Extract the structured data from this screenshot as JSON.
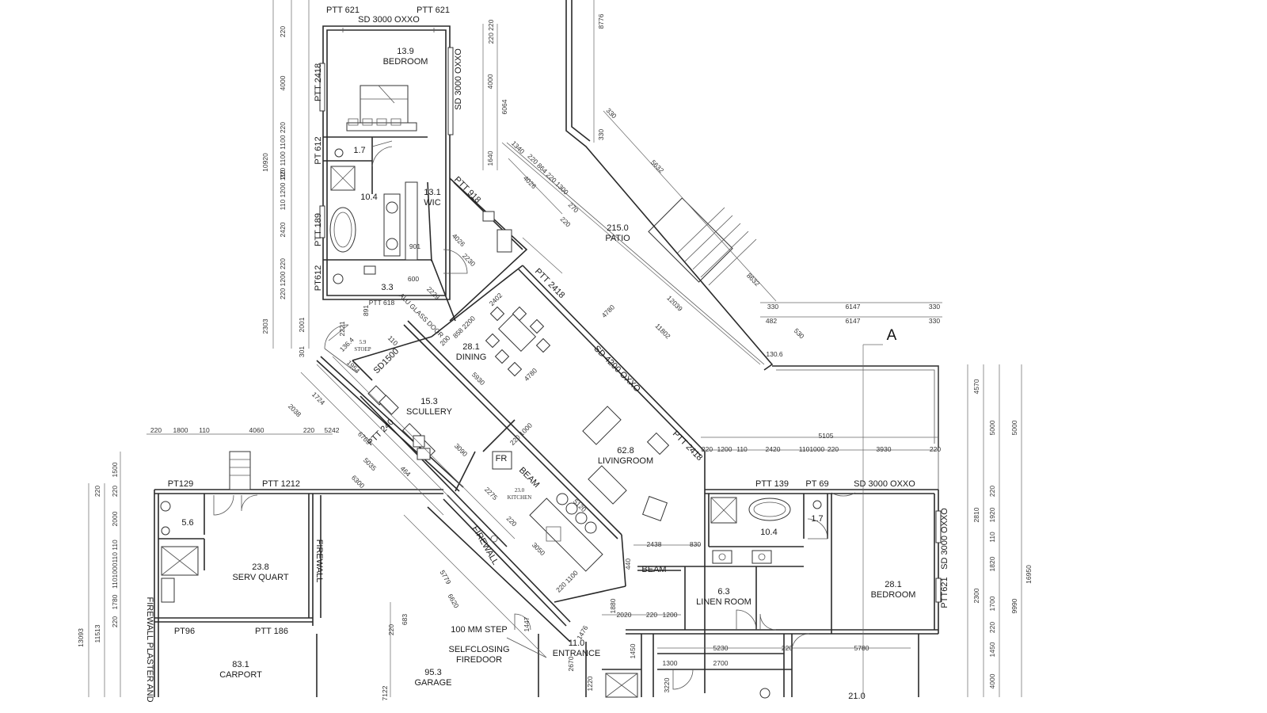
{
  "rooms": {
    "bedroom_top": {
      "area": "13.9",
      "name": "BEDROOM"
    },
    "wc_top": {
      "area": "1.7"
    },
    "bath_top": {
      "area": "10.4"
    },
    "wic": {
      "area": "13.1",
      "name": "WIC"
    },
    "wc_mid": {
      "area": "3.3"
    },
    "stoep": {
      "area": "5.9",
      "name": "STOEP"
    },
    "dining": {
      "area": "28.1",
      "name": "DINING"
    },
    "scullery": {
      "area": "15.3",
      "name": "SCULLERY"
    },
    "patio": {
      "area": "215.0",
      "name": "PATIO"
    },
    "livingroom": {
      "area": "62.8",
      "name": "LIVINGROOM"
    },
    "kitchen": {
      "area": "23.0",
      "name": "KITCHEN"
    },
    "serv_wc": {
      "area": "5.6"
    },
    "serv_quart": {
      "area": "23.8",
      "name": "SERV QUART"
    },
    "carport": {
      "area": "83.1",
      "name": "CARPORT"
    },
    "garage": {
      "area": "95.3",
      "name": "GARAGE"
    },
    "entrance": {
      "area": "11.0",
      "name": "ENTRANCE"
    },
    "linen": {
      "area": "6.3",
      "name": "LINEN ROOM"
    },
    "bath_right": {
      "area": "10.4"
    },
    "wc_right": {
      "area": "1.7"
    },
    "bedroom_right": {
      "area": "28.1",
      "name": "BEDROOM"
    },
    "room_bottom": {
      "area": "21.0"
    }
  },
  "openings": {
    "ptt621_a": "PTT 621",
    "ptt621_b": "PTT 621",
    "sd_top": "SD 3000 OXXO",
    "sd_right_top": "SD 3000 OXXO",
    "ptt2418_a": "PTT 2418",
    "pt612_a": "PT 612",
    "ptt189": "PTT 189",
    "pt612_b": "PT612",
    "ptt918": "PTT 918",
    "ptt618": "PTT 618",
    "alu_door": "ALU GLASS DOOR",
    "sd1500": "SD1500",
    "ptt2418_b": "PTT 2418",
    "sd4200": "SD 4200 OXXO",
    "ptt2418_c": "PTT 2418",
    "ptt240": "PTT 240",
    "fr": "FR",
    "beam_a": "BEAM",
    "firewall_a": "FIREWALL",
    "firewall_b": "FIREWALL",
    "firewall_plaster": "FIREWALL PLASTER AND",
    "pt129": "PT129",
    "ptt1212": "PTT 1212",
    "pt96": "PT96",
    "ptt186": "PTT 186",
    "ptt139": "PTT 139",
    "pt69": "PT 69",
    "sd_right": "SD 3000 OXXO",
    "sd_right_v": "SD 3000 OXXO",
    "ptt621_c": "PTT621",
    "beam_b": "BEAM",
    "step": "100 MM STEP",
    "firedoor": "SELFCLOSING FIREDOOR",
    "firedoor_1": "SELFCLOSING",
    "firedoor_2": "FIREDOOR",
    "section": "A"
  },
  "dimensions": {
    "top_left_col": [
      "220",
      "4000",
      "220 1100 1100 220",
      "110 1200 110",
      "2420",
      "220 1200 220",
      "2303",
      "2001",
      "301"
    ],
    "top_overall": "10920",
    "top_right_col": [
      "220 220",
      "4000",
      "6064",
      "1640"
    ],
    "patio_top": "8776",
    "diag_small": [
      "1340",
      "220 864 220 1300",
      "4026",
      "270",
      "220"
    ],
    "diag_long": [
      "5632",
      "330",
      "330",
      "8632",
      "4780",
      "12039",
      "11802"
    ],
    "patio_bottom": [
      "330",
      "6147",
      "330",
      "482",
      "6147",
      "330",
      "530",
      "130.6"
    ],
    "wic_dims": [
      "901",
      "4026",
      "2230",
      "600",
      "2229"
    ],
    "dining_dims": [
      "2402",
      "858 2200",
      "5930",
      "4780",
      "200"
    ],
    "stoep_dims": [
      "2221",
      "891",
      "136.4",
      "1954",
      "110"
    ],
    "left_row": [
      "220",
      "1800",
      "110",
      "4060",
      "220",
      "5242"
    ],
    "left_col": [
      "1500",
      "220",
      "2000",
      "110",
      "1101000110",
      "1780",
      "220",
      "11513",
      "13093"
    ],
    "scullery_dims": [
      "2038",
      "1724",
      "6769",
      "5035",
      "6300",
      "3090",
      "220 1000",
      "464"
    ],
    "kitchen_dims": [
      "2275",
      "220",
      "3050",
      "5120",
      "220 1100",
      "5779",
      "6620"
    ],
    "right_row_top": "5105",
    "right_row": [
      "220",
      "1200",
      "110",
      "2420",
      "1101000",
      "220",
      "3930",
      "220"
    ],
    "right_col": [
      "4570",
      "5000",
      "5000",
      "220",
      "1920",
      "2810",
      "110",
      "1820",
      "2300",
      "1700",
      "9990",
      "16950",
      "220",
      "1450",
      "4000"
    ],
    "beam_dims": [
      "2438",
      "830",
      "440",
      "2020",
      "220",
      "1200"
    ],
    "entrance_dims": [
      "1447",
      "1476",
      "1880",
      "2670",
      "1220",
      "1450",
      "1300",
      "2700",
      "5230",
      "5780",
      "220"
    ],
    "garage_dims": [
      "683",
      "220",
      "7122",
      "3220"
    ]
  }
}
